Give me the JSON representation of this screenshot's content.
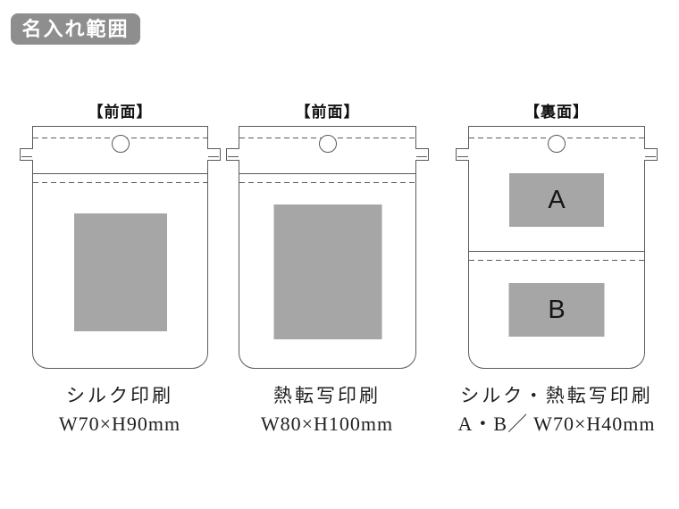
{
  "badge": {
    "label": "名入れ範囲"
  },
  "colors": {
    "badge-bg": "#8e8e8e",
    "badge-text": "#ffffff",
    "line": "#5a5a5a",
    "print-area": "#a6a6a6",
    "caption-text": "#1f1f1f"
  },
  "bags": [
    {
      "face_label": "【前面】",
      "method": "シルク印刷",
      "size": "W70×H90mm"
    },
    {
      "face_label": "【前面】",
      "method": "熱転写印刷",
      "size": "W80×H100mm"
    },
    {
      "face_label": "【裏面】",
      "method": "シルク・熱転写印刷",
      "size": "A・B／ W70×H40mm",
      "zone_a": "A",
      "zone_b": "B"
    }
  ]
}
